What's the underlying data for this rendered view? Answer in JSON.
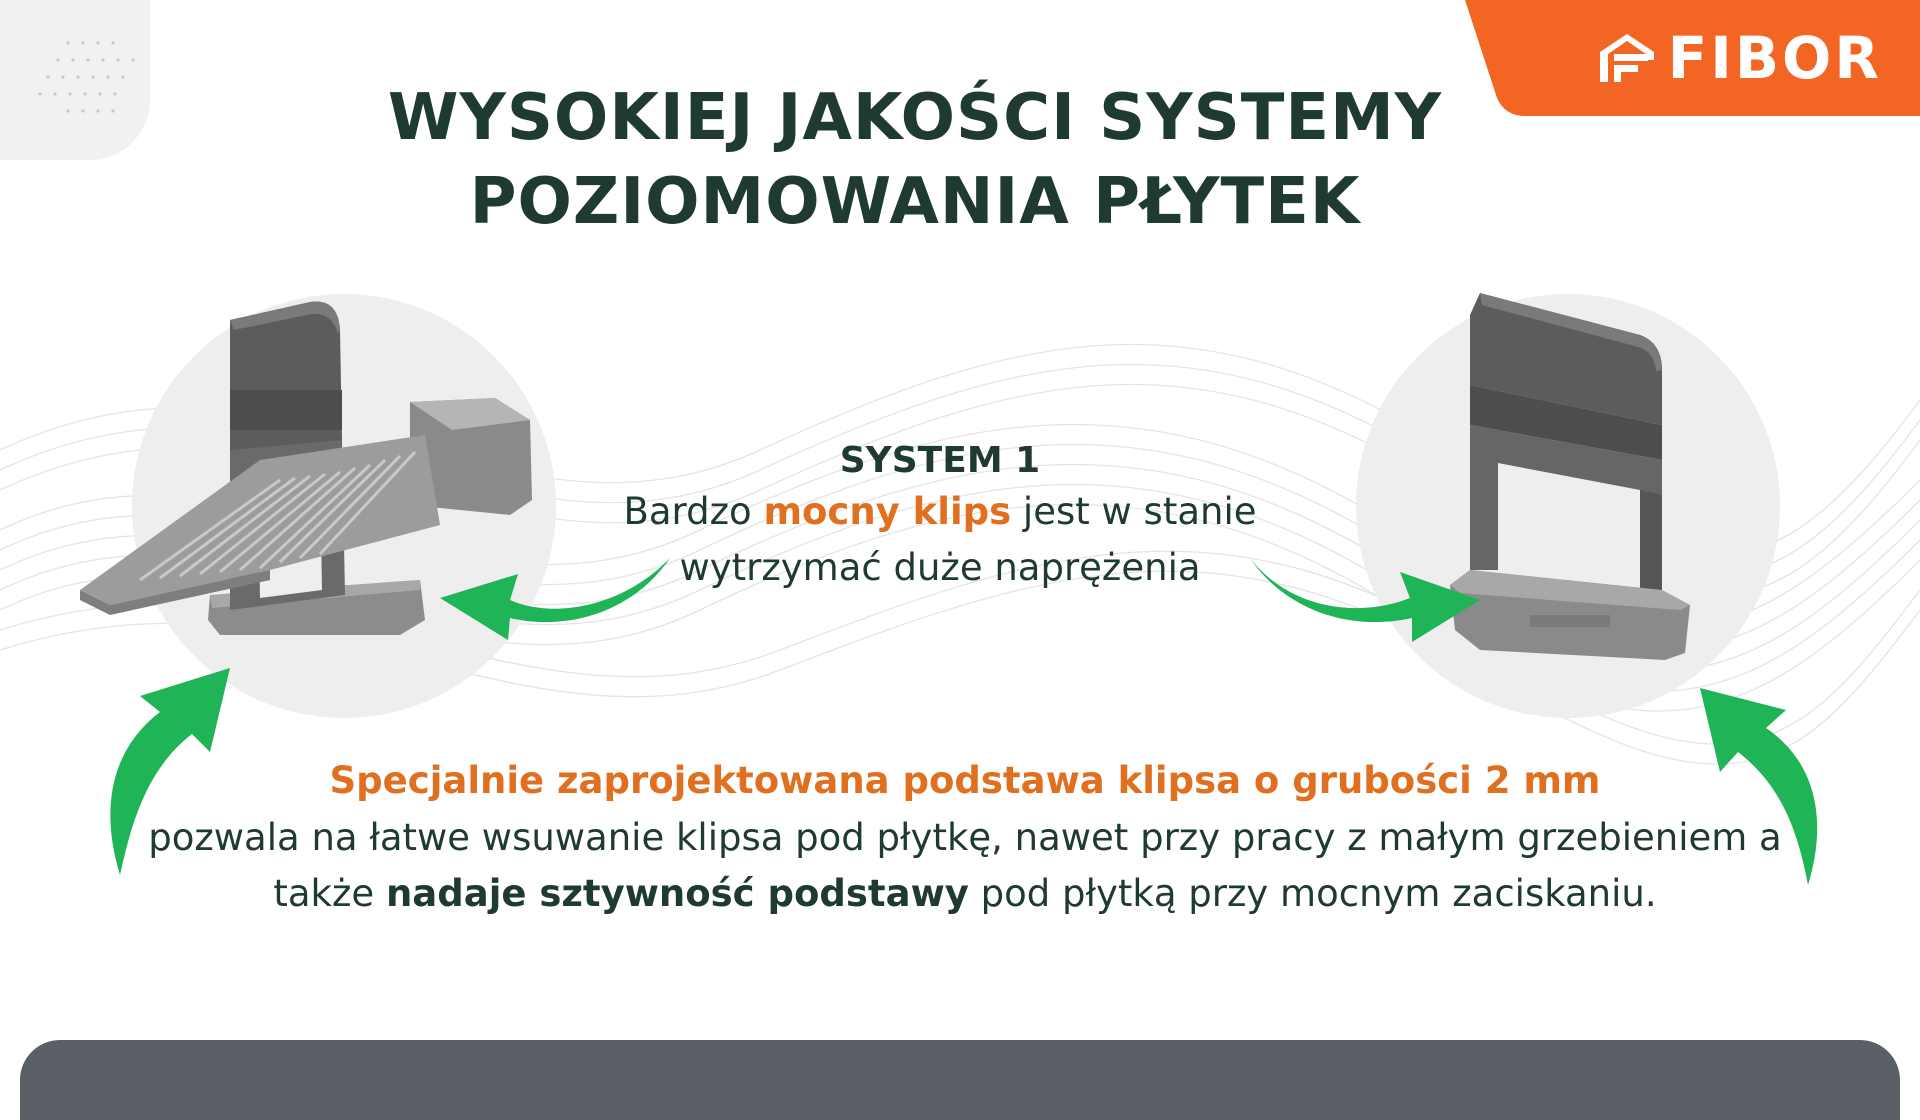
{
  "brand": {
    "logo_text": "FIBOR",
    "accent_color": "#f26522",
    "heading_color": "#1f3a33",
    "highlight_color": "#e07020",
    "arrow_color": "#1fb455",
    "footer_color": "#5a5f66"
  },
  "title": {
    "line1": "WYSOKIEJ JAKOŚCI SYSTEMY",
    "line2": "POZIOMOWANIA PŁYTEK"
  },
  "system": {
    "heading": "SYSTEM 1",
    "text_before": "Bardzo ",
    "text_highlight": "mocny klips",
    "text_after": " jest w stanie",
    "text_line2": "wytrzymać duże naprężenia"
  },
  "feature": {
    "heading": "Specjalnie zaprojektowana podstawa klipsa o grubości 2 mm",
    "line1": "pozwala na łatwe wsuwanie klipsa pod płytkę, nawet przy pracy z małym grzebieniem a",
    "line2_before": "także ",
    "line2_strong": "nadaje sztywność podstawy",
    "line2_after": " pod płytką przy mocnym zaciskaniu."
  },
  "images": {
    "left_product": "leveling-clip-with-wedge",
    "right_product": "leveling-clip"
  },
  "icons": [
    "logo-house-icon",
    "curved-arrow-icon"
  ]
}
